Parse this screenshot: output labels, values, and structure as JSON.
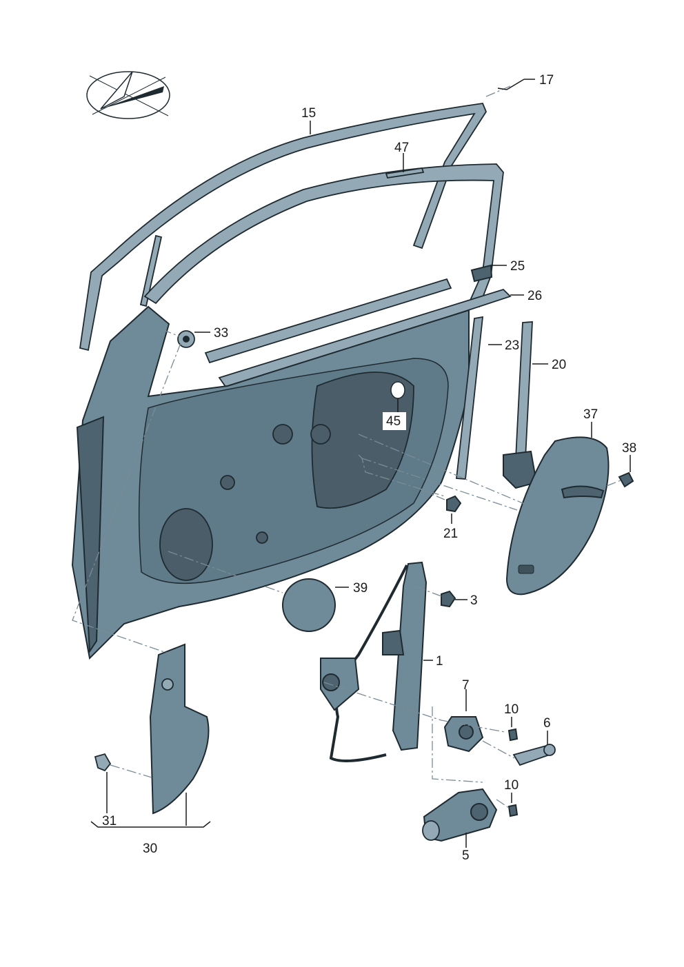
{
  "diagram": {
    "part_labels": [
      {
        "id": "p17",
        "text": "17"
      },
      {
        "id": "p15",
        "text": "15"
      },
      {
        "id": "p47",
        "text": "47"
      },
      {
        "id": "p25",
        "text": "25"
      },
      {
        "id": "p26",
        "text": "26"
      },
      {
        "id": "p33",
        "text": "33"
      },
      {
        "id": "p23",
        "text": "23"
      },
      {
        "id": "p20",
        "text": "20"
      },
      {
        "id": "p45",
        "text": "45"
      },
      {
        "id": "p37",
        "text": "37"
      },
      {
        "id": "p38",
        "text": "38"
      },
      {
        "id": "p21",
        "text": "21"
      },
      {
        "id": "p39",
        "text": "39"
      },
      {
        "id": "p3",
        "text": "3"
      },
      {
        "id": "p1",
        "text": "1"
      },
      {
        "id": "p7",
        "text": "7"
      },
      {
        "id": "p10a",
        "text": "10"
      },
      {
        "id": "p6",
        "text": "6"
      },
      {
        "id": "p10b",
        "text": "10"
      },
      {
        "id": "p5",
        "text": "5"
      },
      {
        "id": "p31",
        "text": "31"
      },
      {
        "id": "p30",
        "text": "30"
      }
    ],
    "colors": {
      "part_fill": "#6f8a98",
      "part_dark": "#4d6370",
      "outline": "#1e2a30",
      "dashed_line": "#7a8c96",
      "label_text": "#1a1a1a"
    }
  }
}
